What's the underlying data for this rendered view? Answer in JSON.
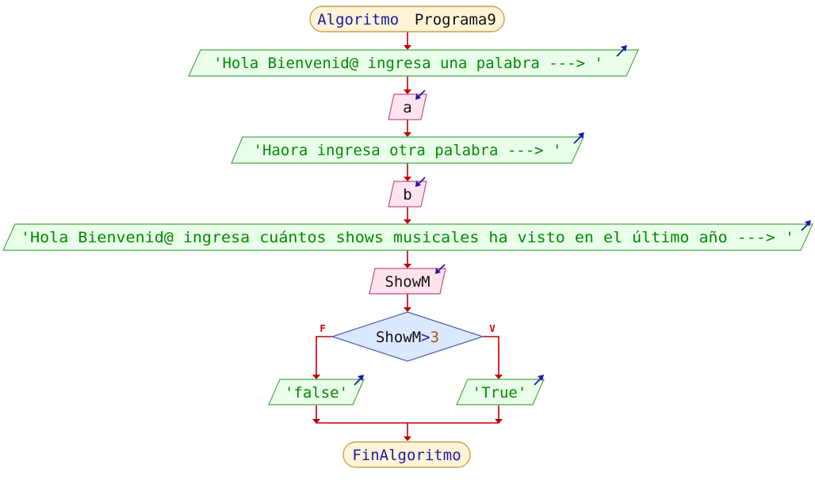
{
  "start": {
    "keyword": "Algoritmo",
    "name": "Programa9"
  },
  "steps": [
    {
      "kind": "output",
      "text": "'Hola Bienvenid@ ingresa una palabra ---> '"
    },
    {
      "kind": "input",
      "text": "a"
    },
    {
      "kind": "output",
      "text": "'Haora ingresa otra palabra ---> '"
    },
    {
      "kind": "input",
      "text": "b"
    },
    {
      "kind": "output",
      "text": "'Hola Bienvenid@ ingresa cuántos shows musicales ha visto en el último año  ---> '"
    },
    {
      "kind": "input",
      "text": "ShowM"
    }
  ],
  "decision": {
    "variable": "ShowM",
    "operator": ">",
    "value": "3",
    "false_label": "F",
    "true_label": "V",
    "false_output": "'false'",
    "true_output": "'True'"
  },
  "end": {
    "keyword": "FinAlgoritmo"
  },
  "colors": {
    "flow_line": "#c00000",
    "output_text": "#008a00",
    "keyword_text": "#1a1aa6",
    "number_text": "#a05a00",
    "output_fill": "#eaffea",
    "input_fill": "#ffe4ef",
    "decision_fill": "#dce8ff",
    "terminal_fill": "#fff4d6"
  }
}
